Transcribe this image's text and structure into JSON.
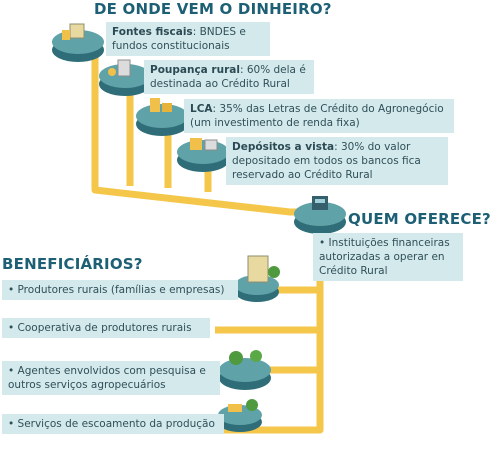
{
  "headings": {
    "title": "DE ONDE VEM O DINHEIRO?",
    "offers": "QUEM OFERECE?",
    "beneficiaries": "BENEFICIÁRIOS?"
  },
  "sources": [
    {
      "name": "Fontes fiscais",
      "desc": ": BNDES e fundos constitucionais"
    },
    {
      "name": "Poupança rural",
      "desc": ": 60% dela é destinada ao Crédito Rural"
    },
    {
      "name": "LCA",
      "desc": ": 35% das Letras de Crédito do Agronegócio (um investimento de renda fixa)"
    },
    {
      "name": "Depósitos a vista",
      "desc": ": 30% do valor depositado em todos os bancos fica reservado ao Crédito Rural"
    }
  ],
  "offerer": "• Instituições financeiras autorizadas a operar en Crédito Rural",
  "beneficiaries": [
    "• Produtores rurais (famílias e empresas)",
    "• Cooperativa de produtores rurais",
    "• Agentes envolvidos com pesquisa e outros serviços agropecuários",
    "• Serviços de escoamento da produção"
  ],
  "colors": {
    "label_bg": "#d4e9ec",
    "heading": "#1d5f74",
    "path": "#f4c64a",
    "platform_top": "#5fa2a8",
    "platform_side": "#2f6e78"
  }
}
